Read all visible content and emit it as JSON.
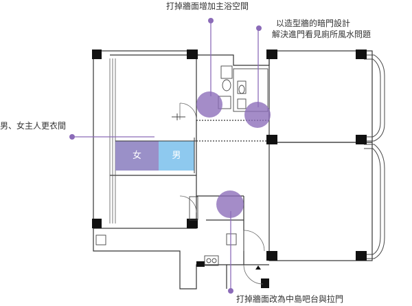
{
  "annotations": {
    "wall_bath": "打掉牆面增加主浴空間",
    "hidden_door_line1": "以造型牆的暗門設計",
    "hidden_door_line2": "解決進門看見廁所風水問題",
    "closet": "男、女主人更衣間",
    "island_bar": "打掉牆面改為中島吧台與拉門"
  },
  "closet_labels": {
    "female": "女",
    "male": "男"
  },
  "colors": {
    "wall": "#111111",
    "line": "#555555",
    "accent_purple": "#8b6bb8",
    "female_fill": "#9a90c8",
    "male_fill": "#8ec9ef"
  }
}
